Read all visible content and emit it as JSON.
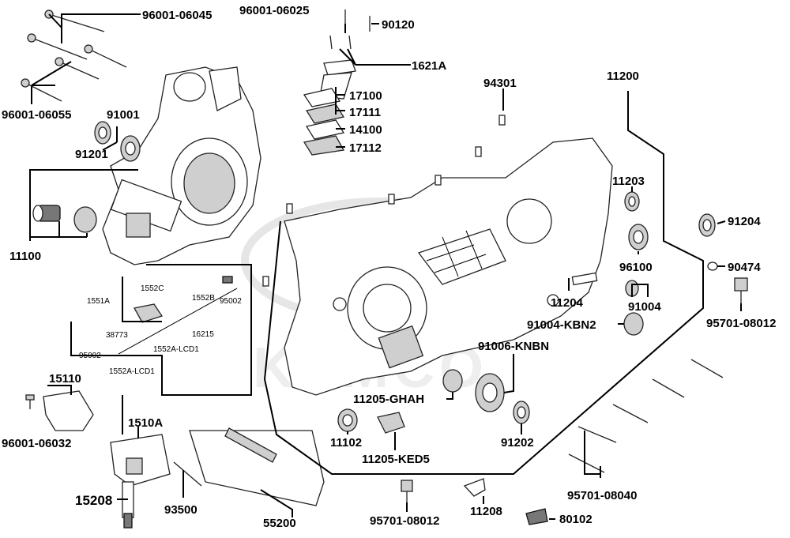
{
  "diagram": {
    "watermark": "KYMCO",
    "labels": {
      "p96001_06045": "96001-06045",
      "p96001_06025": "96001-06025",
      "p90120": "90120",
      "p1621A": "1621A",
      "p17100": "17100",
      "p17111": "17111",
      "p14100": "14100",
      "p17112": "17112",
      "p94301": "94301",
      "p11200": "11200",
      "p96001_06055": "96001-06055",
      "p91001": "91001",
      "p91201": "91201",
      "p11100": "11100",
      "p11203": "11203",
      "p91204": "91204",
      "p96100": "96100",
      "p90474": "90474",
      "p11204": "11204",
      "p91004": "91004",
      "p95701_08012_right": "95701-08012",
      "p91004_KBN2": "91004-KBN2",
      "p91006_KNBN": "91006-KNBN",
      "p11205_GHAH": "11205-GHAH",
      "p15110": "15110",
      "p96001_06032": "96001-06032",
      "p1510A": "1510A",
      "p11102": "11102",
      "p91202": "91202",
      "p11205_KED5": "11205-KED5",
      "p95701_08040": "95701-08040",
      "p15208": "15208",
      "p93500": "93500",
      "p55200": "55200",
      "p95701_08012_bottom": "95701-08012",
      "p11208": "11208",
      "p80102": "80102"
    },
    "inset_labels": {
      "p1551A": "1551A",
      "p1552C": "1552C",
      "p1552B": "1552B",
      "p95002_a": "95002",
      "p38773": "38773",
      "p16215": "16215",
      "p95002_b": "95002",
      "p1552A_LCD1_a": "1552A-LCD1",
      "p1552A_LCD1_b": "1552A-LCD1"
    }
  }
}
